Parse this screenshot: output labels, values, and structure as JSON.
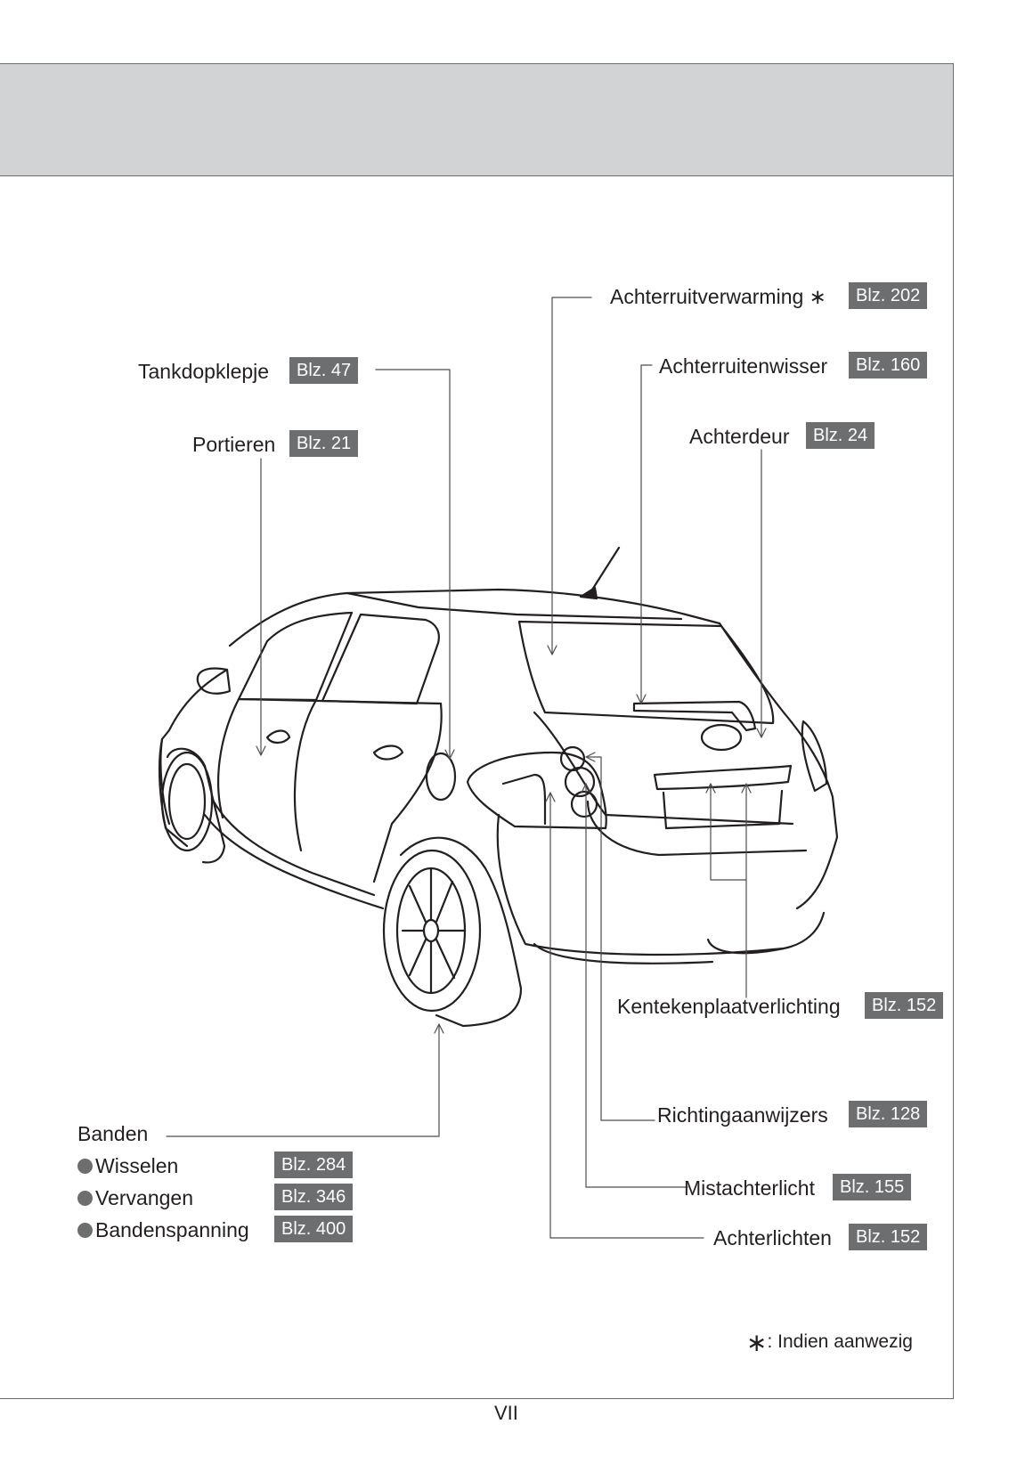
{
  "callouts": {
    "tankdop": {
      "label": "Tankdopklepje",
      "page": "Blz. 47"
    },
    "portieren": {
      "label": "Portieren",
      "page": "Blz. 21"
    },
    "achterruitverwarming": {
      "label": "Achterruitverwarming ∗",
      "page": "Blz. 202"
    },
    "achterruitenwisser": {
      "label": "Achterruitenwisser",
      "page": "Blz. 160"
    },
    "achterdeur": {
      "label": "Achterdeur",
      "page": "Blz. 24"
    },
    "kenteken": {
      "label": "Kentekenplaatverlichting",
      "page": "Blz. 152"
    },
    "richting": {
      "label": "Richtingaanwijzers",
      "page": "Blz. 128"
    },
    "mistachter": {
      "label": "Mistachterlicht",
      "page": "Blz. 155"
    },
    "achterlichten": {
      "label": "Achterlichten",
      "page": "Blz. 152"
    }
  },
  "banden": {
    "title": "Banden",
    "items": [
      {
        "label": "Wisselen",
        "page": "Blz. 284"
      },
      {
        "label": "Vervangen",
        "page": "Blz. 346"
      },
      {
        "label": "Bandenspanning",
        "page": "Blz. 400"
      }
    ]
  },
  "footnote": {
    "symbol": "∗",
    "text": ": Indien aanwezig"
  },
  "page_number": "VII",
  "colors": {
    "header_band": "#d1d3d4",
    "badge": "#6d6e70",
    "lines": "#231f20"
  }
}
